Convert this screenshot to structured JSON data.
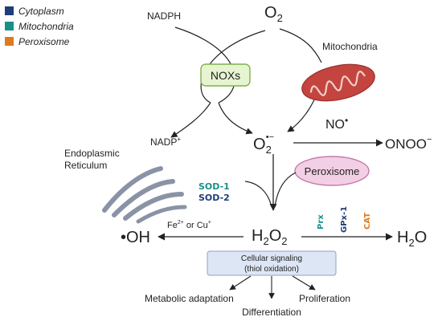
{
  "legend": [
    {
      "label": "Cytoplasm",
      "color": "#1f3d7a"
    },
    {
      "label": "Mitochondria",
      "color": "#1a8f8a"
    },
    {
      "label": "Peroxisome",
      "color": "#e07a1f"
    }
  ],
  "nodes": {
    "nadph": "NADPH",
    "o2_main": "O",
    "o2_sub": "2",
    "mito_label": "Mitochondria",
    "noxs": "NOXs",
    "nadp": "NADP",
    "nadp_sup": "+",
    "superoxide_main": "O",
    "superoxide_sub": "2",
    "superoxide_sup": "•−",
    "no_main": "NO",
    "no_sup": "•",
    "onoo_main": "ONOO",
    "onoo_sup": "−",
    "er_line1": "Endoplasmic",
    "er_line2": "Reticulum",
    "peroxisome": "Peroxisome",
    "sod1": "SOD-1",
    "sod2": "SOD-2",
    "h2o2_h": "H",
    "h2o2_sub1": "2",
    "h2o2_o": "O",
    "h2o2_sub2": "2",
    "fe_main": "Fe",
    "fe_sup": "2+",
    "or_cu": " or Cu",
    "cu_sup": "+",
    "oh": "•OH",
    "prx": "Prx",
    "gpx": "GPx-1",
    "cat": "CAT",
    "h2o_h": "H",
    "h2o_sub": "2",
    "h2o_o": "O",
    "signal_line1": "Cellular signaling",
    "signal_line2": "(thiol oxidation)",
    "metabolic": "Metabolic adaptation",
    "differentiation": "Differentiation",
    "proliferation": "Proliferation"
  },
  "colors": {
    "cytoplasm": "#1f3d7a",
    "mitochondria": "#1a8f8a",
    "peroxisome": "#e07a1f",
    "nox_fill": "#e6f4d2",
    "nox_stroke": "#7fb24a",
    "perox_fill": "#f3cfe6",
    "perox_stroke": "#c47aa8",
    "signal_fill": "#dde6f4",
    "signal_stroke": "#8fa2c4",
    "mito_fill": "#c4453f",
    "er_stroke": "#8a93a6"
  }
}
